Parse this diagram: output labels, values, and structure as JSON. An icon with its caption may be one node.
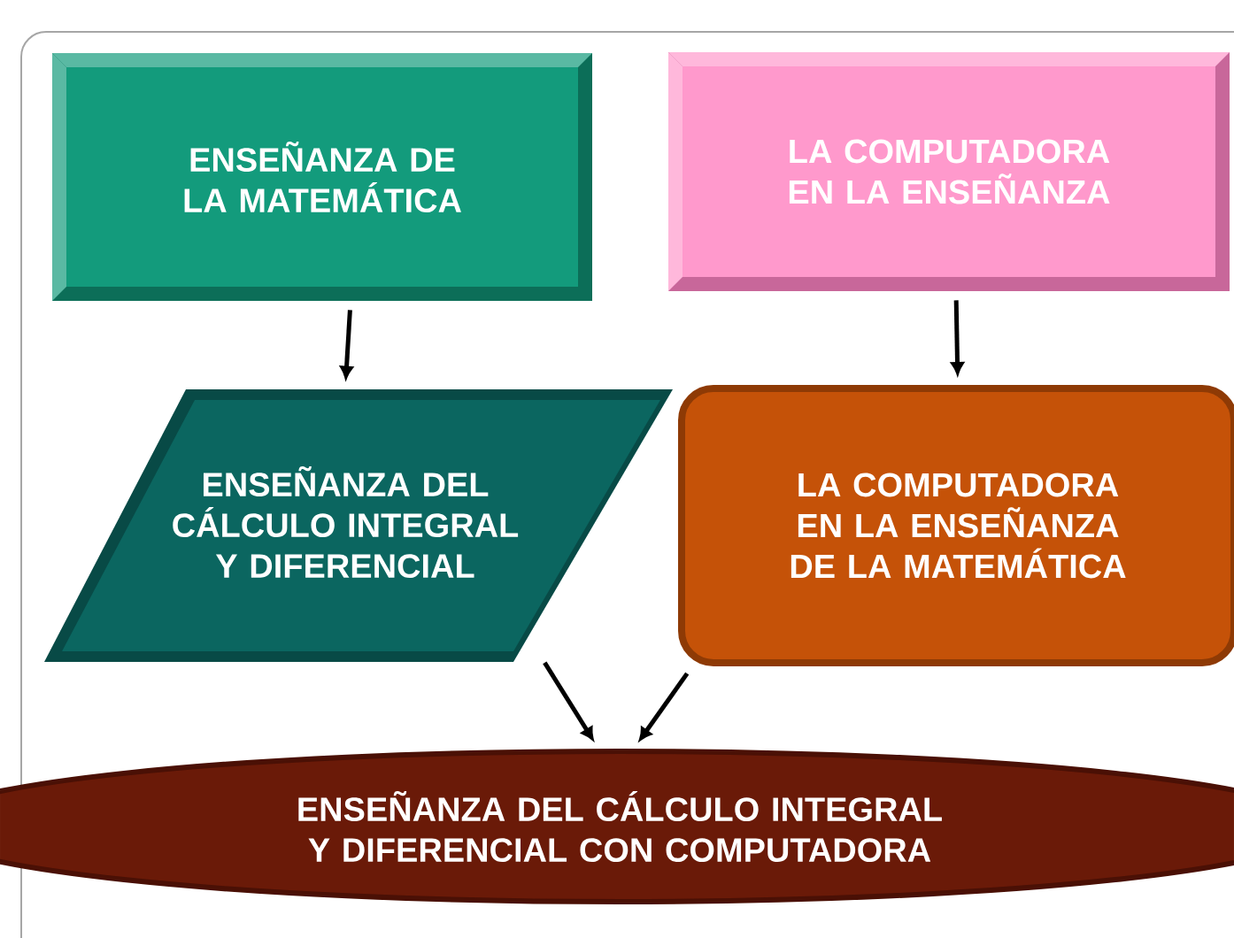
{
  "diagram": {
    "nodes": [
      {
        "text": [
          "ENSEÑANZA DE LA MATEMÁTICA"
        ]
      },
      {
        "text": [
          "LA COMPUTADORA EN LA ENSEÑANZA"
        ]
      },
      {
        "text": [
          "ENSEÑANZA DEL CÁLCULO INTEGRAL Y DIFERENCIAL"
        ]
      },
      {
        "text": [
          "LA COMPUTADORA EN LA ENSEÑANZA DE LA MATEMÁTICA"
        ]
      },
      {
        "text": [
          "ENSEÑANZA DEL CÁLCULO INTEGRAL Y DIFERENCIAL CON COMPUTADORA"
        ]
      }
    ],
    "edges": [
      {
        "from": 0,
        "to": 2,
        "arrow": "to"
      },
      {
        "from": 1,
        "to": 3,
        "arrow": "to"
      },
      {
        "from": 2,
        "to": 4,
        "arrow": "to"
      },
      {
        "from": 3,
        "to": 4,
        "arrow": "to"
      }
    ]
  }
}
